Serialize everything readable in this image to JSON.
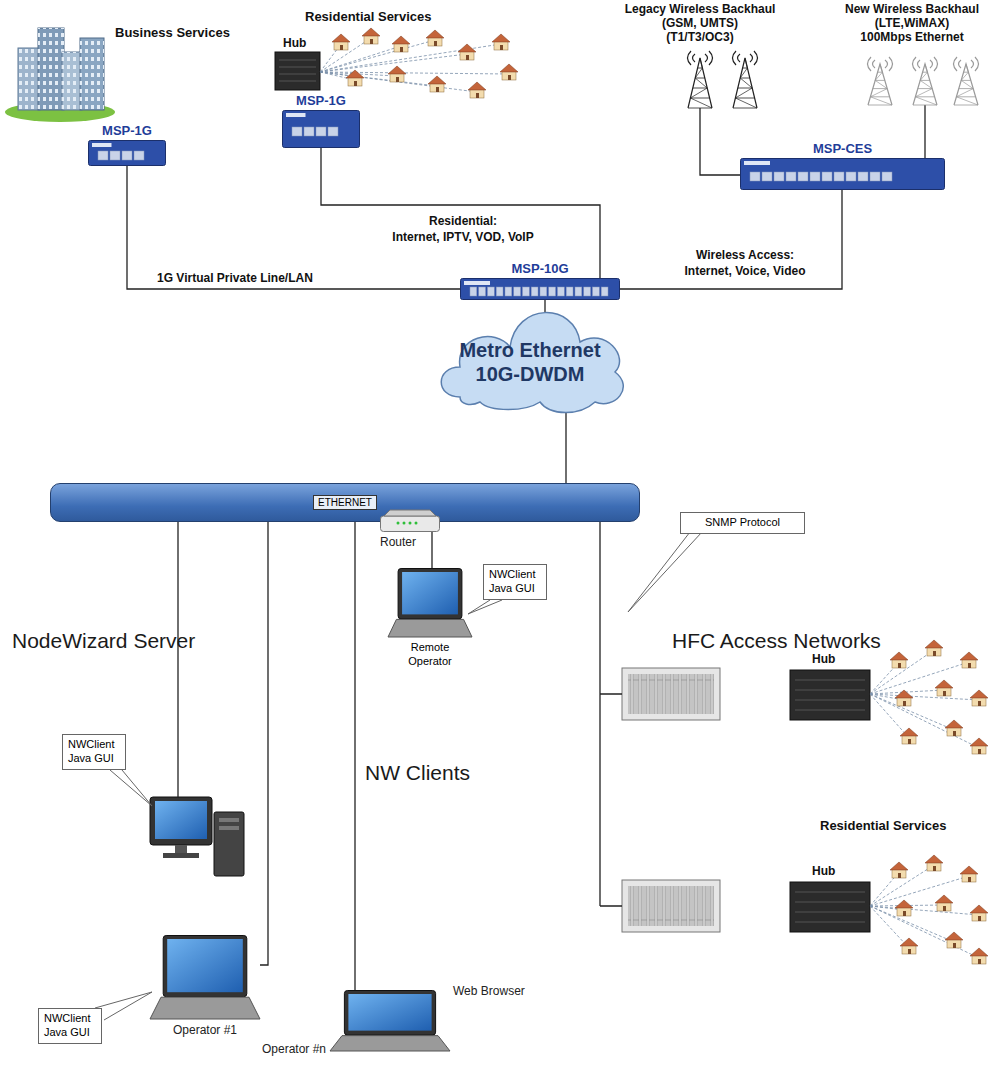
{
  "diagram": {
    "nodes": [
      {
        "text": [
          "MSP-1G"
        ]
      },
      {
        "text": [
          "MSP-1G"
        ]
      },
      {
        "text": [
          "MSP-CES"
        ]
      },
      {
        "text": [
          "MSP-10G"
        ]
      },
      {
        "text": [
          "Metro Ethernet 10G-DWDM"
        ]
      },
      {
        "text": [
          "ETHERNET"
        ]
      },
      {
        "text": [
          "Router"
        ]
      },
      {
        "text": [
          "NWClient Java GUI"
        ]
      },
      {
        "text": [
          "Remote Operator"
        ]
      },
      {
        "text": [
          "SNMP Protocol"
        ]
      },
      {
        "text": [
          "NWClient Java GUI"
        ]
      },
      {
        "text": [
          "NWClient Java GUI"
        ]
      },
      {
        "text": [
          "Operator #1"
        ]
      },
      {
        "text": [
          "Web Browser",
          "Operator #n"
        ]
      }
    ],
    "edges": [
      {
        "from": 0,
        "to": 3,
        "arrow": "none",
        "label": "1G Virtual Private Line/LAN"
      },
      {
        "from": 1,
        "to": 3,
        "arrow": "none",
        "label": "Residential:"
      },
      {
        "from": 2,
        "to": 3,
        "arrow": "none",
        "label": "Wireless Access:"
      },
      {
        "from": 3,
        "to": 4,
        "arrow": "none"
      },
      {
        "from": 4,
        "to": 5,
        "arrow": "none"
      },
      {
        "from": 5,
        "to": 6,
        "arrow": "none"
      },
      {
        "from": 6,
        "to": 8,
        "arrow": "none"
      },
      {
        "from": 5,
        "to": 12,
        "arrow": "none"
      },
      {
        "from": 5,
        "to": 13,
        "arrow": "none"
      }
    ],
    "labels": [
      "Business Services",
      "Residential Services",
      "Hub",
      "Internet, IPTV, VOD, VoIP",
      "Legacy Wireless Backhaul",
      "(GSM, UMTS)",
      "(T1/T3/OC3)",
      "New Wireless Backhaul",
      "(LTE,WiMAX)",
      "100Mbps Ethernet",
      "Internet, Voice, Video",
      "NodeWizard Server",
      "HFC Access Networks",
      "NW Clients",
      "Hub",
      "Hub",
      "Residential Services"
    ]
  }
}
